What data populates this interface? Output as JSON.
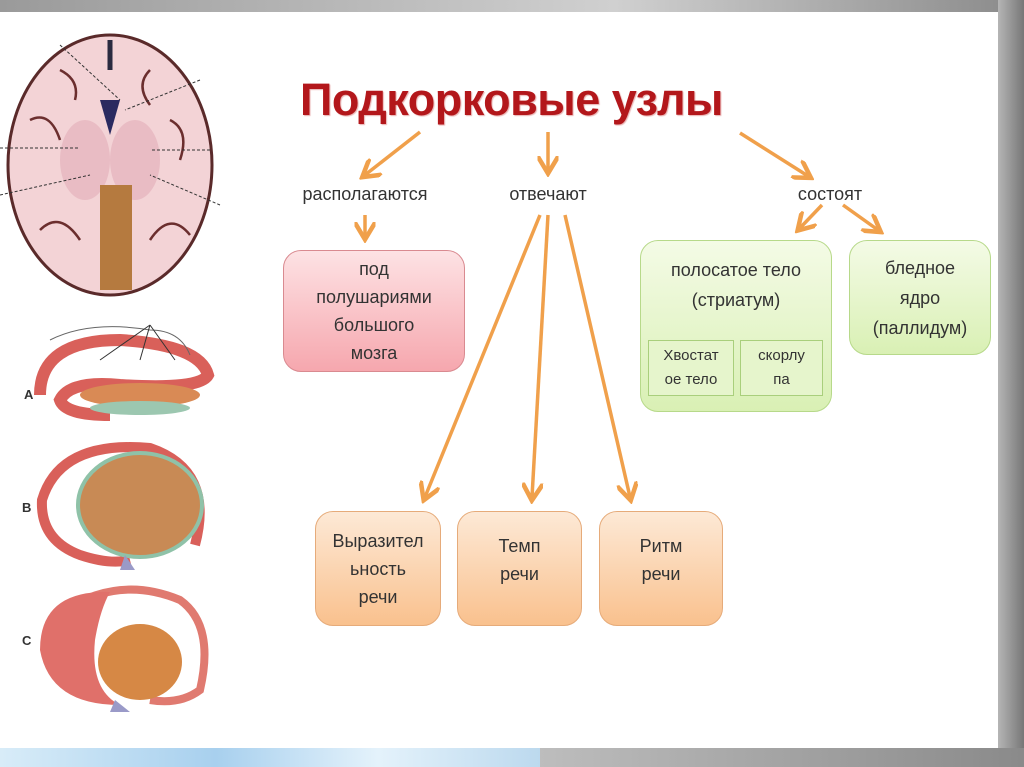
{
  "title": "Подкорковые узлы",
  "branches": {
    "located": "располагаются",
    "responsible": "отвечают",
    "consist": "состоят"
  },
  "location_box": [
    "под",
    "полушариями",
    "большого",
    "мозга"
  ],
  "striatum_box": {
    "lines": [
      "полосатое тело",
      "(стриатум)"
    ],
    "parts": [
      {
        "lines": [
          "Хвостат",
          "ое тело"
        ]
      },
      {
        "lines": [
          "скорлу",
          "па"
        ]
      }
    ]
  },
  "pallidum_box": [
    "бледное",
    "ядро",
    "(паллидум)"
  ],
  "functions": [
    {
      "lines": [
        "Выразител",
        "ьность",
        "речи"
      ]
    },
    {
      "lines": [
        "Темп",
        "речи"
      ]
    },
    {
      "lines": [
        "Ритм",
        "речи"
      ]
    }
  ],
  "figure_labels": [
    "A",
    "B",
    "C"
  ],
  "colors": {
    "title": "#b3171b",
    "arrow": "#f0a04b"
  }
}
